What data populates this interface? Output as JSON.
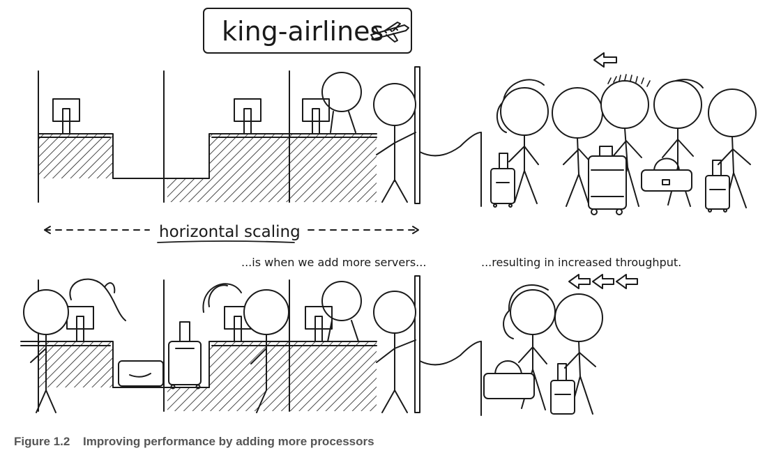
{
  "title": "king-airlines",
  "top_caption": "horizontal scaling",
  "note_left": "...is when we add more servers...",
  "note_right": "...resulting in increased throughput.",
  "figure_number": "Figure 1.2",
  "figure_caption": "Improving performance by adding more processors",
  "ink_color": "#1a1a1a",
  "icons": {
    "airplane": "airplane-icon",
    "arrow": "left-arrow-icon"
  }
}
